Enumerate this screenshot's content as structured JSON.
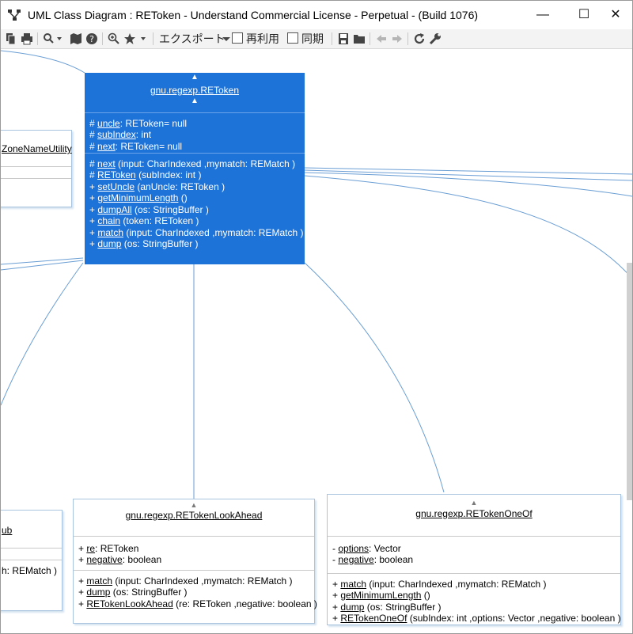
{
  "window": {
    "title": "UML Class Diagram : REToken - Understand Commercial License - Perpetual - (Build 1076)",
    "minimize": "—",
    "maximize": "☐",
    "close": "✕"
  },
  "toolbar": {
    "export_label": "エクスポート",
    "reuse_label": "再利用",
    "sync_label": "同期"
  },
  "classes": {
    "retoken": {
      "name": "gnu.regexp.REToken",
      "attributes": [
        {
          "vis": "#",
          "name": "uncle",
          "rest": ": REToken= null"
        },
        {
          "vis": "#",
          "name": "subIndex",
          "rest": ": int"
        },
        {
          "vis": "#",
          "name": "next",
          "rest": ": REToken= null"
        }
      ],
      "operations": [
        {
          "vis": "#",
          "name": "next",
          "rest": " (input: CharIndexed ,mymatch: REMatch )"
        },
        {
          "vis": "#",
          "name": "REToken",
          "rest": " (subIndex: int )"
        },
        {
          "vis": "+",
          "name": "setUncle",
          "rest": " (anUncle: REToken )"
        },
        {
          "vis": "+",
          "name": "getMinimumLength",
          "rest": " ()"
        },
        {
          "vis": "+",
          "name": "dumpAll",
          "rest": " (os: StringBuffer )"
        },
        {
          "vis": "+",
          "name": "chain",
          "rest": " (token: REToken )"
        },
        {
          "vis": "+",
          "name": "match",
          "rest": " (input: CharIndexed ,mymatch: REMatch )"
        },
        {
          "vis": "+",
          "name": "dump",
          "rest": " (os: StringBuffer )"
        }
      ]
    },
    "zone": {
      "name": "ZoneNameUtility"
    },
    "sub_left": {
      "name": "ub",
      "op_fragment": "h: REMatch )"
    },
    "lookahead": {
      "name": "gnu.regexp.RETokenLookAhead",
      "attributes": [
        {
          "vis": "+",
          "name": "re",
          "rest": ": REToken"
        },
        {
          "vis": "+",
          "name": "negative",
          "rest": ": boolean"
        }
      ],
      "operations": [
        {
          "vis": "+",
          "name": "match",
          "rest": " (input: CharIndexed ,mymatch: REMatch )"
        },
        {
          "vis": "+",
          "name": "dump",
          "rest": " (os: StringBuffer )"
        },
        {
          "vis": "+",
          "name": "RETokenLookAhead",
          "rest": " (re: REToken ,negative: boolean )"
        }
      ]
    },
    "oneof": {
      "name": "gnu.regexp.RETokenOneOf",
      "attributes": [
        {
          "vis": "-",
          "name": "options",
          "rest": ": Vector"
        },
        {
          "vis": "-",
          "name": "negative",
          "rest": ": boolean"
        }
      ],
      "operations": [
        {
          "vis": "+",
          "name": "match",
          "rest": " (input: CharIndexed ,mymatch: REMatch )"
        },
        {
          "vis": "+",
          "name": "getMinimumLength",
          "rest": " ()"
        },
        {
          "vis": "+",
          "name": "dump",
          "rest": " (os: StringBuffer )"
        },
        {
          "vis": "+",
          "name": "RETokenOneOf",
          "rest": " (subIndex: int ,options: Vector ,negative: boolean )"
        }
      ]
    }
  }
}
